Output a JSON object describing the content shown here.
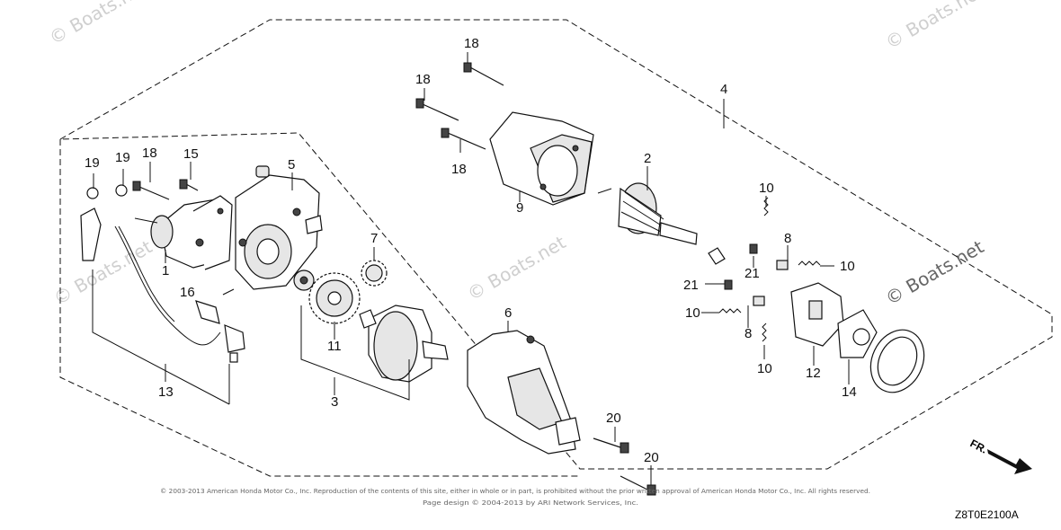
{
  "watermark": "© Boats.net",
  "copyright_line1": "© 2003-2013 American Honda Motor Co., Inc. Reproduction of the contents of this site, either in whole or in part, is prohibited without the prior written approval of American Honda Motor Co., Inc. All rights reserved.",
  "copyright_line2": "Page design © 2004-2013 by ARI Network Services, Inc.",
  "diagram_code": "Z8T0E2100A",
  "front_label": "FR.",
  "part_numbers": {
    "p1": "1",
    "p2": "2",
    "p3": "3",
    "p4": "4",
    "p5": "5",
    "p6": "6",
    "p7": "7",
    "p8a": "8",
    "p8b": "8",
    "p9": "9",
    "p10a": "10",
    "p10b": "10",
    "p10c": "10",
    "p10d": "10",
    "p11": "11",
    "p12": "12",
    "p13": "13",
    "p14": "14",
    "p15": "15",
    "p16": "16",
    "p18a": "18",
    "p18b": "18",
    "p18c": "18",
    "p18d": "18",
    "p19a": "19",
    "p19b": "19",
    "p20a": "20",
    "p20b": "20",
    "p21a": "21",
    "p21b": "21"
  }
}
